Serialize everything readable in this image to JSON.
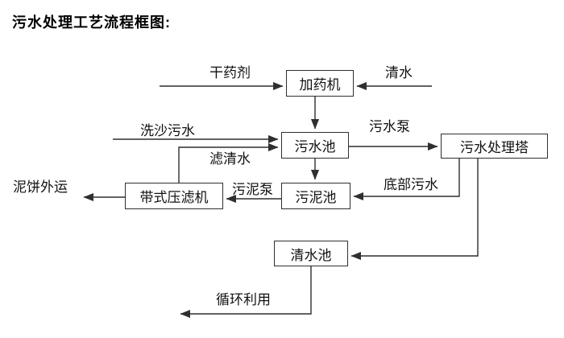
{
  "title": "污水处理工艺流程框图:",
  "diagram": {
    "type": "flowchart",
    "nodes": [
      {
        "id": "dosing-machine",
        "label": "加药机"
      },
      {
        "id": "sewage-pool",
        "label": "污水池"
      },
      {
        "id": "sewage-treatment-tower",
        "label": "污水处理塔"
      },
      {
        "id": "belt-filter-press",
        "label": "带式压滤机"
      },
      {
        "id": "sludge-pool",
        "label": "污泥池"
      },
      {
        "id": "clean-water-pool",
        "label": "清水池"
      }
    ],
    "flows": [
      {
        "label": "干药剂",
        "from": "external",
        "to": "加药机"
      },
      {
        "label": "清水",
        "from": "external",
        "to": "加药机"
      },
      {
        "label": "洗沙污水",
        "from": "external",
        "to": "污水池"
      },
      {
        "label": "污水泵",
        "from": "污水池",
        "to": "污水处理塔"
      },
      {
        "label": "滤清水",
        "from": "带式压滤机",
        "to": "污水池"
      },
      {
        "label": "污泥泵",
        "from": "污泥池",
        "to": "带式压滤机"
      },
      {
        "label": "泥饼外运",
        "from": "带式压滤机",
        "to": "external"
      },
      {
        "label": "底部污水",
        "from": "污水处理塔",
        "to": "污泥池"
      },
      {
        "label": "循环利用",
        "from": "清水池",
        "to": "external"
      }
    ],
    "unlabeled_flows": [
      {
        "from": "加药机",
        "to": "污水池"
      },
      {
        "from": "污水池",
        "to": "污泥池"
      },
      {
        "from": "污水处理塔",
        "to": "清水池"
      }
    ]
  },
  "colors": {
    "background": "#ffffff",
    "line": "#2f2f2f",
    "text": "#111111"
  }
}
